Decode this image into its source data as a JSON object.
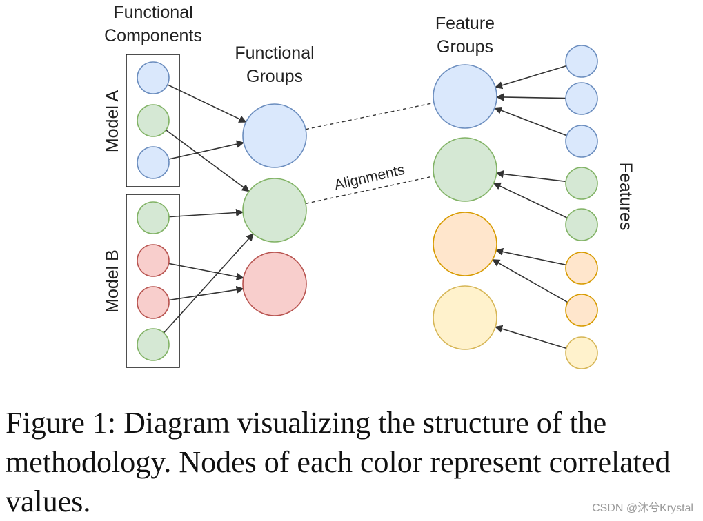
{
  "labels": {
    "functional_components": [
      "Functional",
      "Components"
    ],
    "functional_groups": [
      "Functional",
      "Groups"
    ],
    "feature_groups": [
      "Feature",
      "Groups"
    ],
    "model_a": "Model A",
    "model_b": "Model B",
    "features": "Features",
    "alignments": "Alignments"
  },
  "colors": {
    "blue_fill": "#dae8fc",
    "blue_stroke": "#6c8ebf",
    "green_fill": "#d5e8d4",
    "green_stroke": "#82b366",
    "red_fill": "#f8cecc",
    "red_stroke": "#b85450",
    "orange_fill": "#ffe6cc",
    "orange_stroke": "#d79b00",
    "yellow_fill": "#fff2cc",
    "yellow_stroke": "#d6b656"
  },
  "nodes": {
    "model_a_components": [
      "blue",
      "green",
      "blue"
    ],
    "model_b_components": [
      "green",
      "red",
      "red",
      "green"
    ],
    "functional_groups": [
      "blue",
      "green",
      "red"
    ],
    "feature_groups": [
      "blue",
      "green",
      "orange",
      "yellow"
    ],
    "features": [
      "blue",
      "blue",
      "blue",
      "green",
      "green",
      "orange",
      "orange",
      "yellow"
    ]
  },
  "edges": {
    "component_to_group": [
      [
        "a0",
        "g0"
      ],
      [
        "a1",
        "g1"
      ],
      [
        "a2",
        "g0"
      ],
      [
        "b0",
        "g1"
      ],
      [
        "b1",
        "g2"
      ],
      [
        "b2",
        "g2"
      ],
      [
        "b3",
        "g1"
      ]
    ],
    "feature_to_group": [
      [
        "f0",
        "h0"
      ],
      [
        "f1",
        "h0"
      ],
      [
        "f2",
        "h0"
      ],
      [
        "f3",
        "h1"
      ],
      [
        "f4",
        "h1"
      ],
      [
        "f5",
        "h2"
      ],
      [
        "f6",
        "h2"
      ],
      [
        "f7",
        "h3"
      ]
    ],
    "alignments": [
      [
        "g0",
        "h0"
      ],
      [
        "g1",
        "h1"
      ]
    ]
  },
  "caption": "Figure 1: Diagram visualizing the structure of the methodology. Nodes of each color represent correlated values.",
  "watermark": "CSDN @沐兮Krystal"
}
